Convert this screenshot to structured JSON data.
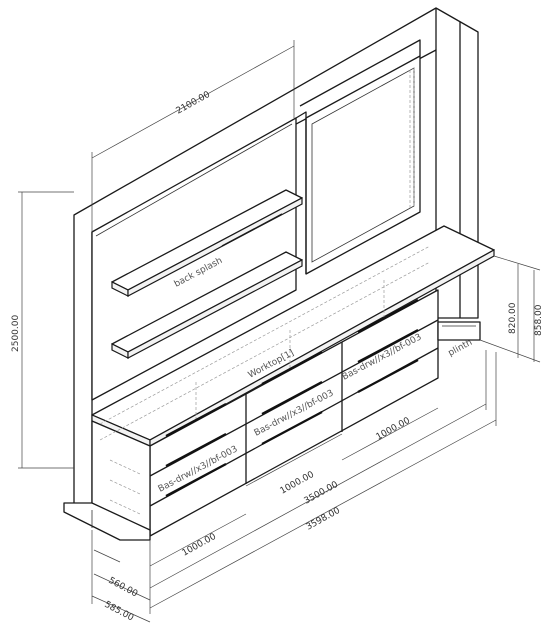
{
  "dimensions": {
    "width_top": "2100.00",
    "height_total": "2500.00",
    "counter_height": "820.00",
    "plinth_height": "858.00",
    "drawer_w1": "1000.00",
    "drawer_w2": "1000.00",
    "drawer_w3": "1000.00",
    "run_3500": "3500.00",
    "run_3598": "3598.00",
    "depth_560": "560.00",
    "depth_585": "585.00"
  },
  "labels": {
    "backsplash": "back splash",
    "worktop": "Worktop[1]",
    "drawer_a": "Bas-drw//x3//bf-003",
    "drawer_b": "Bas-drw//x3//bf-003",
    "drawer_c": "Bas-drw//x3//bf-003",
    "plinth": "plinth"
  }
}
